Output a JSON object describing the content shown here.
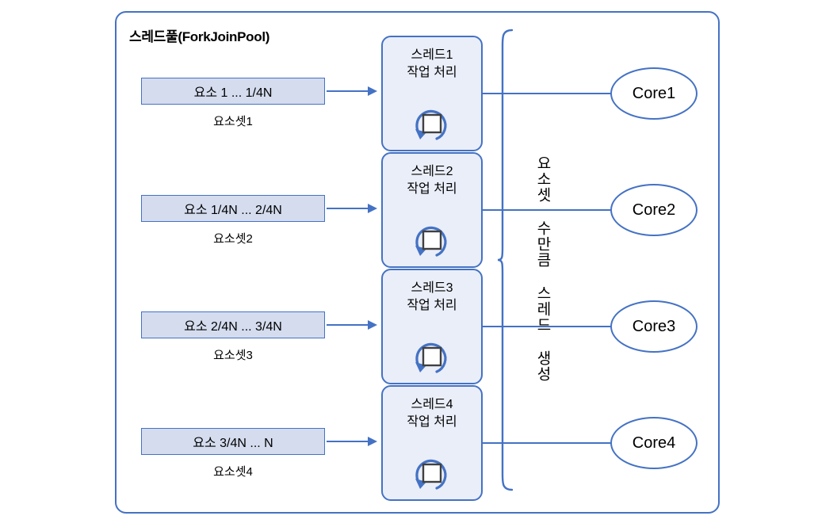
{
  "diagram": {
    "pool": {
      "title": "스레드풀(ForkJoinPool)",
      "border_color": "#4472c4"
    },
    "brace_annotation": "요소셋 수만큼 스레드 생성",
    "colors": {
      "accent": "#4472c4",
      "element_box_fill": "#d4dcee",
      "thread_box_fill": "#eaeef8"
    },
    "rows": [
      {
        "element_box": "요소 1 ... 1/4N",
        "element_caption": "요소셋1",
        "thread_name": "스레드1",
        "thread_action": "작업 처리",
        "thread_icon": "loop-refresh-icon",
        "core": "Core1"
      },
      {
        "element_box": "요소 1/4N ... 2/4N",
        "element_caption": "요소셋2",
        "thread_name": "스레드2",
        "thread_action": "작업 처리",
        "thread_icon": "loop-refresh-icon",
        "core": "Core2"
      },
      {
        "element_box": "요소 2/4N ... 3/4N",
        "element_caption": "요소셋3",
        "thread_name": "스레드3",
        "thread_action": "작업 처리",
        "thread_icon": "loop-refresh-icon",
        "core": "Core3"
      },
      {
        "element_box": "요소 3/4N ... N",
        "element_caption": "요소셋4",
        "thread_name": "스레드4",
        "thread_action": "작업 처리",
        "thread_icon": "loop-refresh-icon",
        "core": "Core4"
      }
    ]
  }
}
